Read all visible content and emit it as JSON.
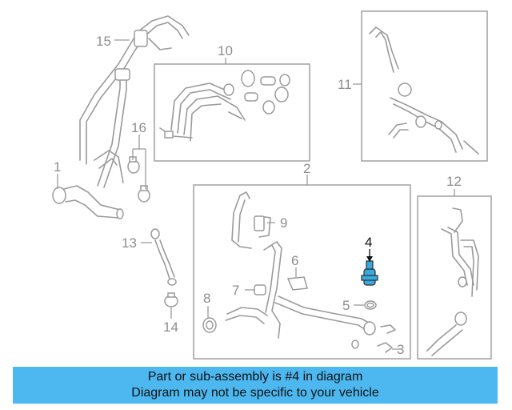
{
  "callouts": {
    "c1": "1",
    "c2": "2",
    "c3": "3",
    "c4": "4",
    "c5": "5",
    "c6": "6",
    "c7": "7",
    "c8": "8",
    "c9": "9",
    "c10": "10",
    "c11": "11",
    "c12": "12",
    "c13": "13",
    "c14": "14",
    "c15": "15",
    "c16": "16"
  },
  "highlighted_part": "4",
  "colors": {
    "highlight_part": "#3aa9e0",
    "banner": "#4db8f0",
    "line": "#9a9a9a"
  },
  "banner": {
    "line1": "Part or sub-assembly is #4 in diagram",
    "line2": "Diagram may not be specific to your vehicle"
  }
}
